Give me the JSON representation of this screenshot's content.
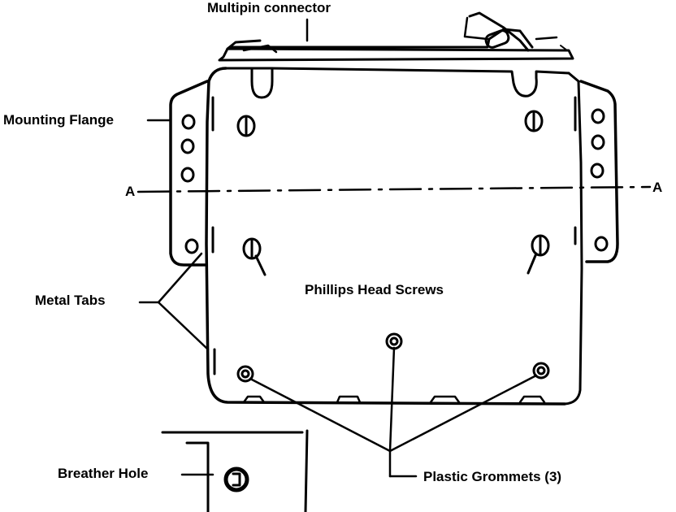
{
  "labels": {
    "multipin_connector": "Multipin connector",
    "mounting_flange": "Mounting Flange",
    "section_left": "A",
    "section_right": "A",
    "metal_tabs": "Metal Tabs",
    "phillips_head_screws": "Phillips Head Screws",
    "breather_hole": "Breather Hole",
    "plastic_grommets": "Plastic Grommets (3)"
  },
  "colors": {
    "ink": "#000000",
    "paper": "#ffffff"
  }
}
